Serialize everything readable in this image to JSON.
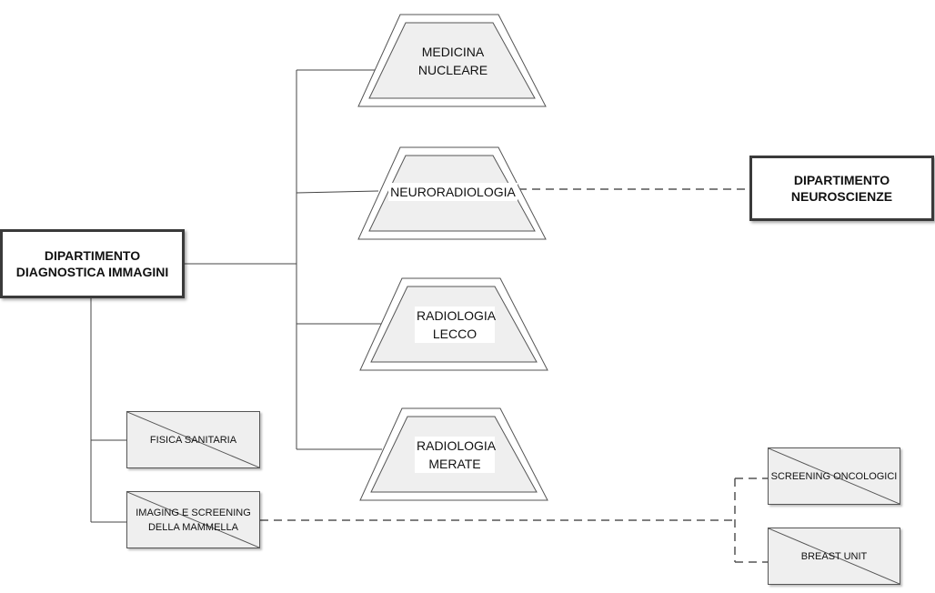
{
  "departments": {
    "main": "DIPARTIMENTO DIAGNOSTICA IMMAGINI",
    "neuro": "DIPARTIMENTO NEUROSCIENZE"
  },
  "structures": [
    {
      "label": "MEDICINA NUCLEARE"
    },
    {
      "label": "NEURORADIOLOGIA"
    },
    {
      "label": "RADIOLOGIA LECCO"
    },
    {
      "label": "RADIOLOGIA MERATE"
    }
  ],
  "units": {
    "fisica": "FISICA SANITARIA",
    "imaging": "IMAGING E SCREENING DELLA MAMMELLA",
    "screening": "SCREENING ONCOLOGICI",
    "breast": "BREAST UNIT"
  }
}
